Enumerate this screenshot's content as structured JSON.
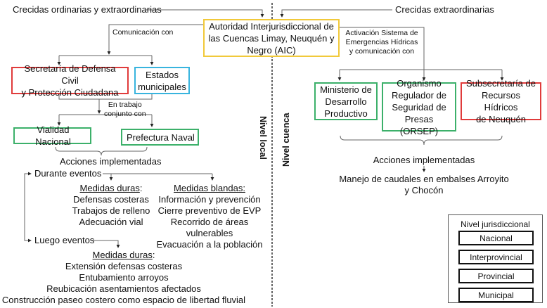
{
  "colors": {
    "nacional": "#3cb06a",
    "interprovincial": "#f1c93a",
    "provincial": "#e03b3b",
    "municipal": "#38b4de",
    "connector": "#555555",
    "divider": "#333333"
  },
  "inputs": {
    "left": "Crecidas ordinarias y extraordinarias",
    "right": "Crecidas extraordinarias"
  },
  "central_authority": {
    "label": "Autoridad Interjurisdiccional de\nlas Cuencas Limay, Neuquén y\nNegro (AIC)",
    "level": "interprovincial"
  },
  "level_labels": {
    "local": "Nivel local",
    "basin": "Nivel cuenca"
  },
  "local": {
    "communication_label": "Comunicación  con",
    "first_tier": [
      {
        "label": "Secretaría de Defensa Civil\ny Protección Ciudadana",
        "level": "provincial"
      },
      {
        "label": "Estados\nmunicipales",
        "level": "municipal"
      }
    ],
    "joint_work_label": "En trabajo\nconjunto con",
    "second_tier": [
      {
        "label": "Vialidad Nacional",
        "level": "nacional"
      },
      {
        "label": "Prefectura Naval",
        "level": "nacional"
      }
    ],
    "actions_label": "Acciones implementadas",
    "during_events": {
      "label": "Durante eventos",
      "hard_measures": {
        "title": "Medidas duras",
        "items": [
          "Defensas costeras",
          "Trabajos de relleno",
          "Adecuación vial"
        ]
      },
      "soft_measures": {
        "title": "Medidas blandas:",
        "items": [
          "Información y prevención",
          "Cierre preventivo de EVP",
          "Recorrido de áreas vulnerables",
          "Evacuación a la población"
        ]
      }
    },
    "after_events": {
      "label": "Luego eventos",
      "hard_measures": {
        "title": "Medidas duras",
        "items": [
          "Extensión defensas costeras",
          "Entubamiento arroyos",
          "Reubicación asentamientos afectados",
          "Construcción paseo costero como espacio de libertad fluvial"
        ]
      }
    }
  },
  "basin": {
    "activation_label": "Activación Sistema de\nEmergencias Hídricas\ny comunicación  con",
    "entities": [
      {
        "label": "Ministerio de\nDesarrollo\nProductivo",
        "level": "nacional"
      },
      {
        "label": "Organismo\nRegulador de\nSeguridad de\nPresas (ORSEP)",
        "level": "nacional"
      },
      {
        "label": "Subsecretaría de\nRecursos Hídricos\nde Neuquén",
        "level": "provincial"
      }
    ],
    "actions_label": "Acciones implementadas",
    "result": "Manejo de caudales en embalses Arroyito\ny Chocón"
  },
  "legend": {
    "title": "Nivel jurisdiccional",
    "items": [
      {
        "label": "Nacional",
        "level": "nacional"
      },
      {
        "label": "Interprovincial",
        "level": "interprovincial"
      },
      {
        "label": "Provincial",
        "level": "provincial"
      },
      {
        "label": "Municipal",
        "level": "municipal"
      }
    ]
  }
}
